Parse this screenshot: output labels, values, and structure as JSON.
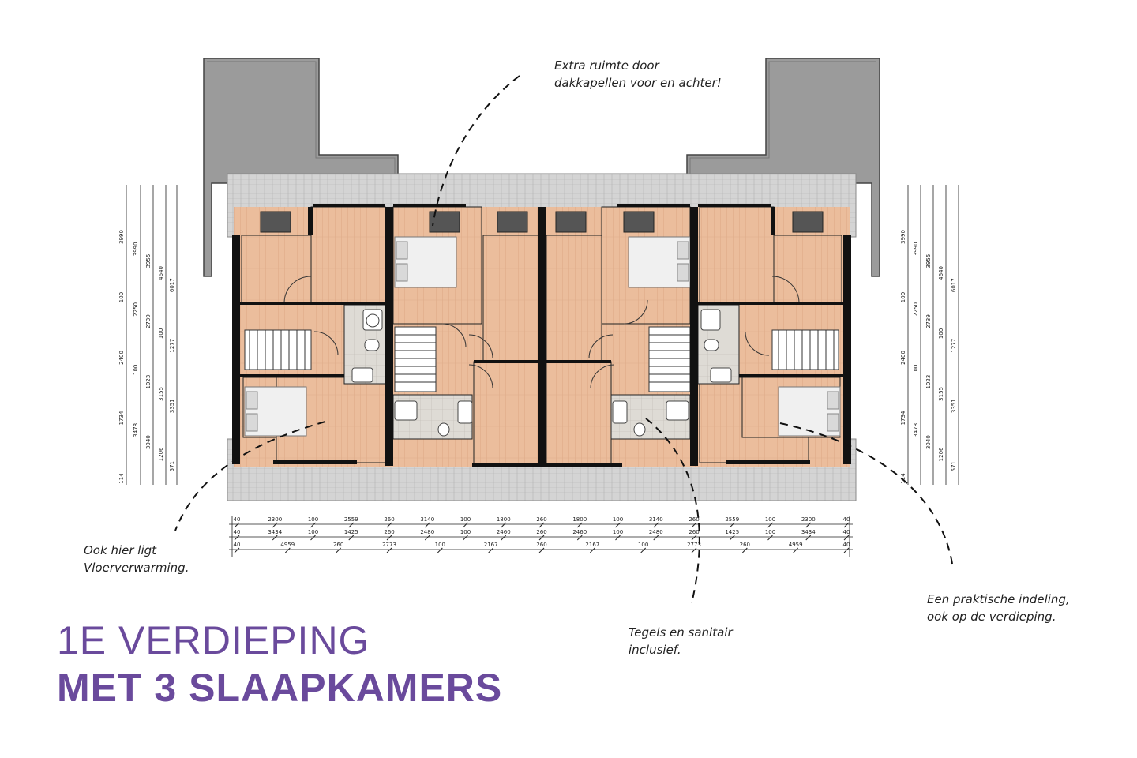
{
  "title": {
    "line1": "1E VERDIEPING",
    "line2": "MET 3 SLAAPKAMERS"
  },
  "annotations": {
    "dormers": "Extra ruimte door\ndakkapellen voor en achter!",
    "floor_heating": "Ook hier ligt\nVloerverwarming.",
    "tiles": "Tegels en sanitair\ninclusief.",
    "layout": "Een praktische indeling,\nook op de verdieping."
  },
  "dimensions": {
    "row1": [
      "40",
      "2300",
      "100",
      "2559",
      "260",
      "3140",
      "100",
      "1800",
      "260",
      "1800",
      "100",
      "3140",
      "260",
      "2559",
      "100",
      "2300",
      "40"
    ],
    "row2": [
      "40",
      "3434",
      "100",
      "1425",
      "260",
      "2480",
      "100",
      "2460",
      "260",
      "2460",
      "100",
      "2480",
      "260",
      "1425",
      "100",
      "3434",
      "40"
    ],
    "row3": [
      "40",
      "4959",
      "260",
      "2773",
      "100",
      "2167",
      "260",
      "2167",
      "100",
      "2773",
      "260",
      "4959",
      "40"
    ],
    "left_vertical": [
      "3990",
      "3990",
      "3955",
      "4640",
      "6017",
      "100",
      "2250",
      "2739",
      "100",
      "1277",
      "2400",
      "100",
      "1023",
      "3155",
      "3351",
      "1734",
      "3478",
      "3040",
      "1206",
      "571",
      "114"
    ],
    "right_vertical": [
      "3990",
      "3990",
      "3955",
      "4640",
      "6017",
      "100",
      "2250",
      "2739",
      "100",
      "1277",
      "2400",
      "100",
      "1023",
      "3155",
      "3351",
      "1734",
      "3478",
      "3040",
      "1206",
      "571",
      "114"
    ]
  },
  "colors": {
    "accent": "#6a4a9c",
    "floor": "#e9b896",
    "wall": "#111111",
    "roof": "#9a9a9a",
    "roof_tiles": "#cfcfcf",
    "tiles": "#d9d6d0"
  }
}
